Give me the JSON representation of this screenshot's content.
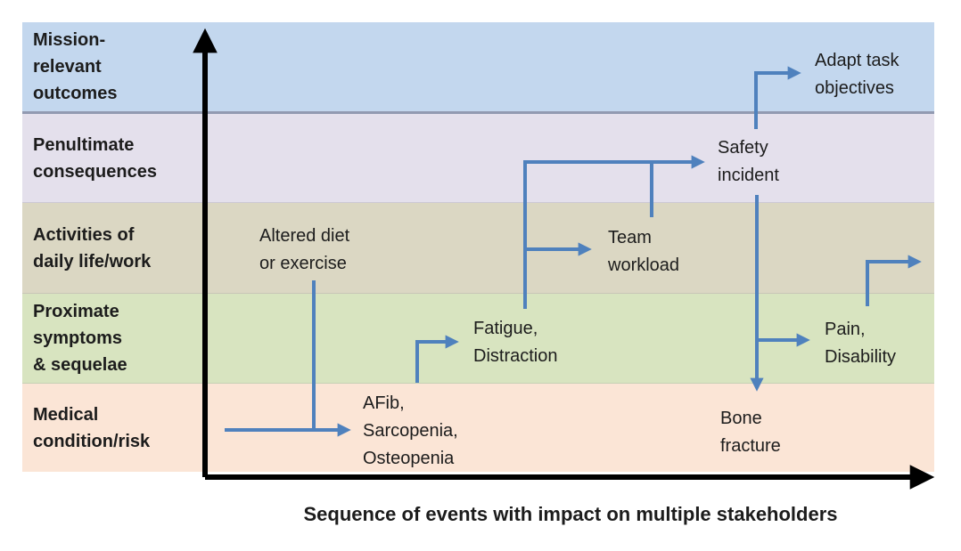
{
  "axis_title": "Sequence of events with impact on multiple stakeholders",
  "bands": [
    {
      "id": "mission",
      "label": "Mission-\nrelevant\noutcomes"
    },
    {
      "id": "penultimate",
      "label": "Penultimate\nconsequences"
    },
    {
      "id": "activities",
      "label": "Activities of\ndaily life/work"
    },
    {
      "id": "symptoms",
      "label": "Proximate\nsymptoms\n& sequelae"
    },
    {
      "id": "medical",
      "label": "Medical\ncondition/risk"
    }
  ],
  "events": [
    {
      "id": "altered-diet",
      "label": "Altered diet\nor exercise",
      "band": "activities"
    },
    {
      "id": "afib",
      "label": "AFib,\nSarcopenia,\nOsteopenia",
      "band": "medical"
    },
    {
      "id": "fatigue",
      "label": "Fatigue,\nDistraction",
      "band": "symptoms"
    },
    {
      "id": "team-workload",
      "label": "Team\nworkload",
      "band": "activities"
    },
    {
      "id": "safety-incident",
      "label": "Safety\nincident",
      "band": "penultimate"
    },
    {
      "id": "adapt-objectives",
      "label": "Adapt task\nobjectives",
      "band": "mission"
    },
    {
      "id": "bone-fracture",
      "label": "Bone\nfracture",
      "band": "medical"
    },
    {
      "id": "pain-disability",
      "label": "Pain,\nDisability",
      "band": "symptoms"
    }
  ],
  "edges": [
    {
      "from": "sequence-start",
      "to": "afib"
    },
    {
      "from": "altered-diet",
      "to": "afib"
    },
    {
      "from": "afib",
      "to": "fatigue"
    },
    {
      "from": "fatigue",
      "to": "team-workload"
    },
    {
      "from": "fatigue",
      "to": "safety-incident"
    },
    {
      "from": "team-workload",
      "to": "safety-incident"
    },
    {
      "from": "safety-incident",
      "to": "adapt-objectives"
    },
    {
      "from": "safety-incident",
      "to": "bone-fracture"
    },
    {
      "from": "safety-incident",
      "to": "pain-disability"
    },
    {
      "from": "pain-disability",
      "to": "continues-right"
    }
  ],
  "colors": {
    "band_mission": "#C3D7EE",
    "band_penultimate": "#E4E0EC",
    "band_activities": "#DBD7C3",
    "band_symptoms": "#D8E4C0",
    "band_medical": "#FBE5D6",
    "arrow_color": "#4F81BD",
    "axis_color": "#000000",
    "text_color": "#1c1c1c"
  }
}
